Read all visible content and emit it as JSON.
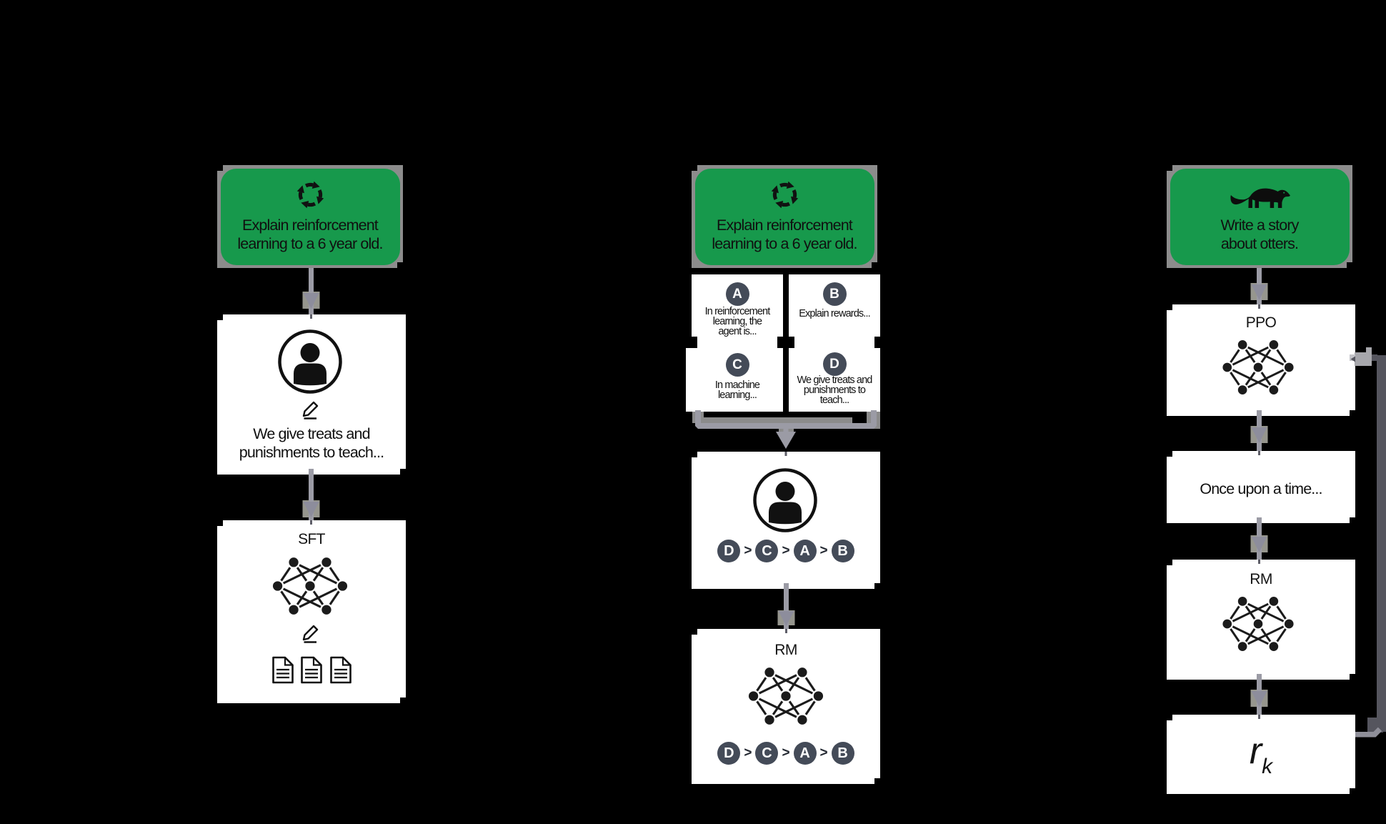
{
  "diagram": {
    "background": "#000000",
    "green": "#17994c",
    "plate_gray": "#8c8c8c",
    "arrow_gray": "#9b9ba5",
    "loop_dark": "#55555e",
    "badge_slate": "#444b58"
  },
  "left": {
    "prompt": {
      "line1": "Explain reinforcement",
      "line2": "learning to a 6 year old."
    },
    "labeler": {
      "line1": "We give treats and",
      "line2": "punishments to teach..."
    },
    "sft": {
      "label": "SFT"
    }
  },
  "middle": {
    "prompt": {
      "line1": "Explain reinforcement",
      "line2": "learning to a 6 year old."
    },
    "answers": {
      "a": {
        "key": "A",
        "line1": "In reinforcement",
        "line2": "learning, the",
        "line3": "agent is..."
      },
      "b": {
        "key": "B",
        "line1": "Explain rewards..."
      },
      "c": {
        "key": "C",
        "line1": "In machine",
        "line2": "learning..."
      },
      "d": {
        "key": "D",
        "line1": "We give treats and",
        "line2": "punishments to",
        "line3": "teach..."
      }
    },
    "ranking": {
      "r1": "D",
      "r2": "C",
      "r3": "A",
      "r4": "B",
      "separator": ">"
    },
    "rm": {
      "label": "RM"
    }
  },
  "right": {
    "prompt": {
      "line1": "Write a story",
      "line2": "about otters."
    },
    "ppo": {
      "label": "PPO"
    },
    "sample": {
      "text": "Once upon a time..."
    },
    "rm": {
      "label": "RM"
    },
    "reward": {
      "base": "r",
      "subscript": "k"
    }
  }
}
